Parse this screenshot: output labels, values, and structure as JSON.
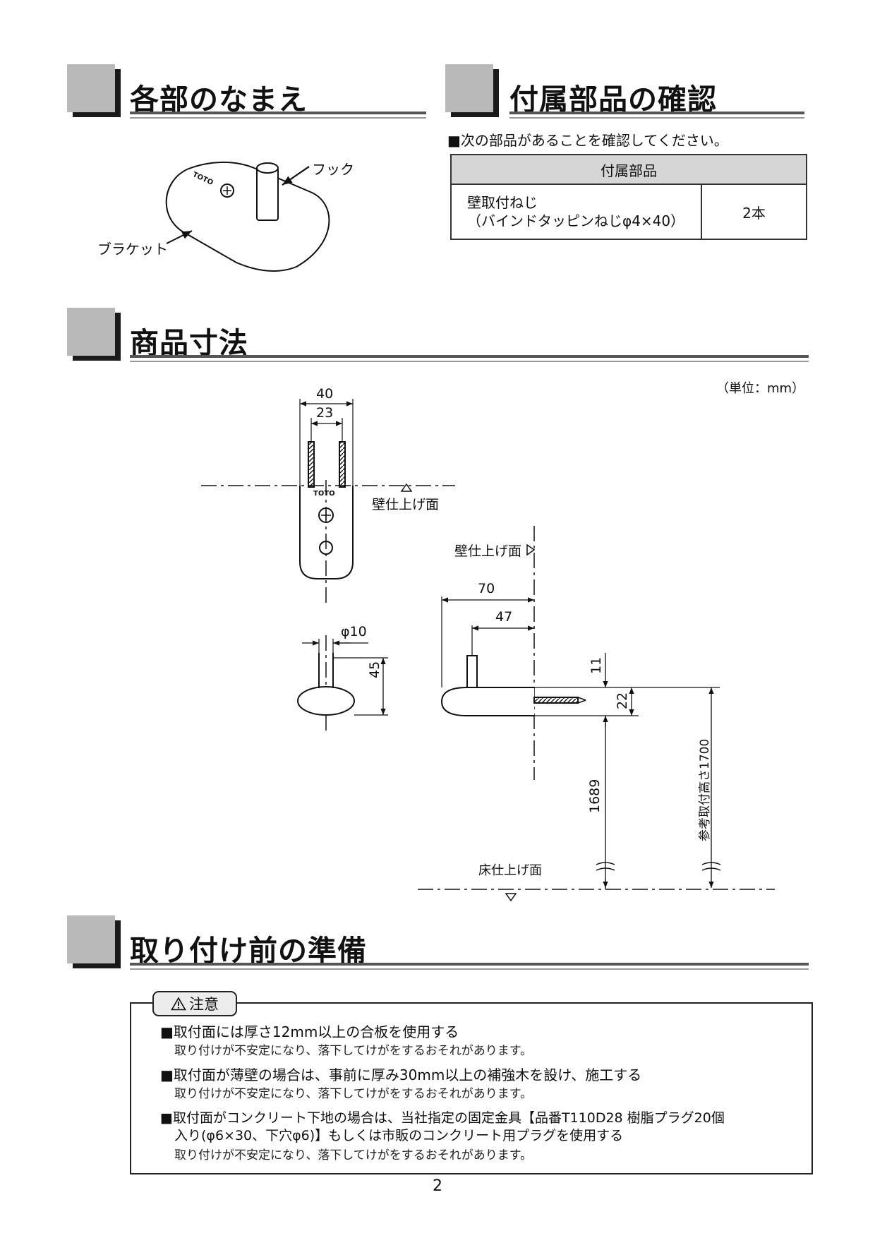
{
  "sections": {
    "names": {
      "title": "各部のなまえ"
    },
    "accessories": {
      "title": "付属部品の確認"
    },
    "dimensions": {
      "title": "商品寸法"
    },
    "preparation": {
      "title": "取り付け前の準備"
    }
  },
  "part_labels": {
    "hook": "フック",
    "bracket": "ブラケット",
    "logo": "TOTO"
  },
  "accessories": {
    "intro": "■次の部品があることを確認してください。",
    "table_header": "付属部品",
    "item_name_line1": "壁取付ねじ",
    "item_name_line2": "（バインドタッピンねじφ4×40）",
    "item_qty": "2本"
  },
  "dimensions": {
    "unit": "（単位：mm）",
    "front_width": "40",
    "front_hole_pitch": "23",
    "wall_finish_front": "壁仕上げ面",
    "wall_finish_side": "壁仕上げ面",
    "hook_diameter": "φ10",
    "hook_height": "45",
    "depth_total": "70",
    "depth_hook": "47",
    "hook_top": "11",
    "bracket_thickness": "22",
    "height_from_floor": "1689",
    "reference_height": "参考取付高さ1700",
    "floor_finish": "床仕上げ面",
    "logo": "TOTO"
  },
  "caution": {
    "tag_icon": "warning-triangle-icon",
    "tag_label": "注意",
    "items": [
      {
        "head": "■取付面には厚さ12mm以上の合板を使用する",
        "sub": "取り付けが不安定になり、落下してけがをするおそれがあります。"
      },
      {
        "head": "■取付面が薄壁の場合は、事前に厚み30mm以上の補強木を設け、施工する",
        "sub": "取り付けが不安定になり、落下してけがをするおそれがあります。"
      },
      {
        "head_line1": "■取付面がコンクリート下地の場合は、当社指定の固定金具【品番T110D28 樹脂プラグ20個",
        "head_line2": "入り(φ6×30、下穴φ6)】もしくは市販のコンクリート用プラグを使用する",
        "sub": "取り付けが不安定になり、落下してけがをするおそれがあります。"
      }
    ]
  },
  "page_number": "2"
}
